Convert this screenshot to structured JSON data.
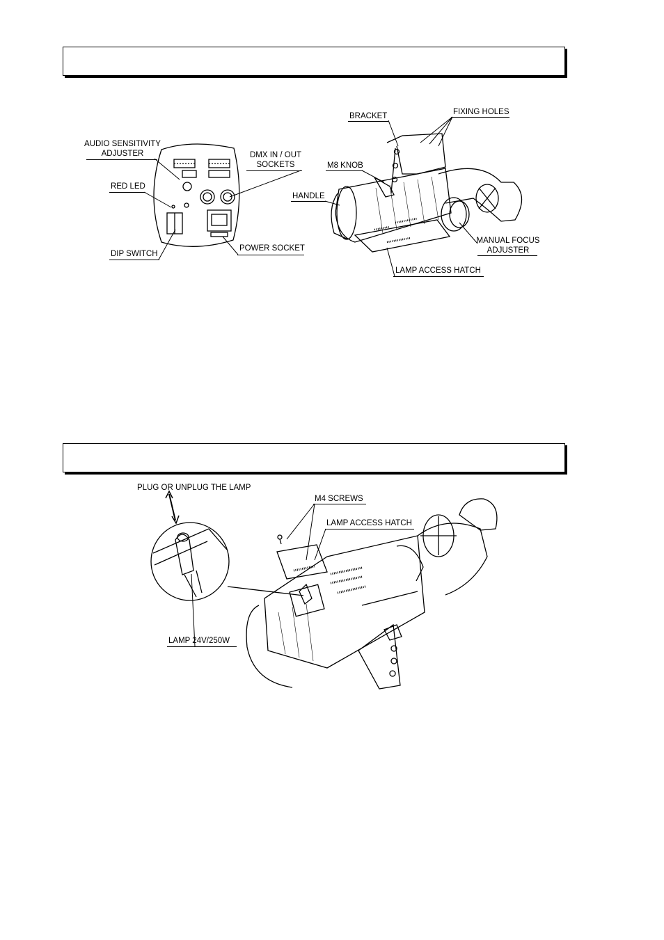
{
  "figure1": {
    "labels": {
      "audio_sensitivity": "AUDIO SENSITIVITY",
      "adjuster": "ADJUSTER",
      "dmx_in_out": "DMX IN / OUT",
      "sockets": "SOCKETS",
      "red_led": "RED LED",
      "dip_switch": "DIP SWITCH",
      "power_socket": "POWER SOCKET",
      "bracket": "BRACKET",
      "fixing_holes": "FIXING HOLES",
      "m8_knob": "M8 KNOB",
      "handle": "HANDLE",
      "manual_focus": "MANUAL FOCUS",
      "manual_focus_adjuster": "ADJUSTER",
      "lamp_access_hatch": "LAMP ACCESS HATCH"
    }
  },
  "figure2": {
    "labels": {
      "plug_unplug": "PLUG OR UNPLUG THE LAMP",
      "m4_screws": "M4 SCREWS",
      "lamp_access_hatch": "LAMP ACCESS HATCH",
      "lamp_rating": "LAMP 24V/250W"
    }
  }
}
